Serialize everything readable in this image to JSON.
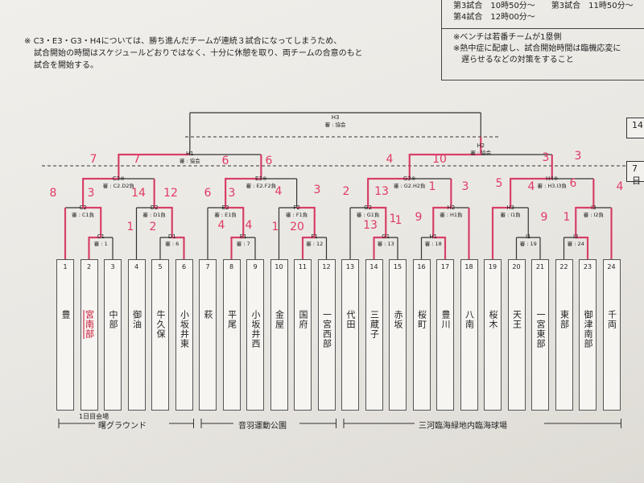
{
  "notice": {
    "marker": "※",
    "lines": [
      "C3・E3・G3・H4については、勝ち進んだチームが連続３試合になってしまうため、",
      "試合開始の時間はスケジュールどおりではなく、十分に休憩を取り、両チームの合意のもと",
      "試合を開始する。"
    ]
  },
  "schedule_box": {
    "lines": [
      "第3試合　10時50分〜　　第3試合　11時50分〜",
      "第4試合　12時00分〜"
    ],
    "notes": [
      "※ベンチは若番チームが1塁側",
      "※熱中症に配慮し、試合開始時間は臨機応変に",
      "　遅らせるなどの対策をすること"
    ]
  },
  "side_labels": {
    "top": "14",
    "bottom": "7日"
  },
  "teams": [
    {
      "num": "1",
      "name": "豊"
    },
    {
      "num": "2",
      "name": "宮南部",
      "highlight": true
    },
    {
      "num": "3",
      "name": "中部"
    },
    {
      "num": "4",
      "name": "御油"
    },
    {
      "num": "5",
      "name": "牛久保"
    },
    {
      "num": "6",
      "name": "小坂井東"
    },
    {
      "num": "7",
      "name": "萩"
    },
    {
      "num": "8",
      "name": "平尾"
    },
    {
      "num": "9",
      "name": "小坂井西"
    },
    {
      "num": "10",
      "name": "金屋"
    },
    {
      "num": "11",
      "name": "国府"
    },
    {
      "num": "12",
      "name": "一宮西部"
    },
    {
      "num": "13",
      "name": "代田"
    },
    {
      "num": "14",
      "name": "三蔵子"
    },
    {
      "num": "15",
      "name": "赤坂"
    },
    {
      "num": "16",
      "name": "桜町"
    },
    {
      "num": "17",
      "name": "豊川"
    },
    {
      "num": "18",
      "name": "八南"
    },
    {
      "num": "19",
      "name": "桜木"
    },
    {
      "num": "20",
      "name": "天王"
    },
    {
      "num": "21",
      "name": "一宮東部"
    },
    {
      "num": "22",
      "name": "東部"
    },
    {
      "num": "23",
      "name": "御津南部"
    },
    {
      "num": "24",
      "name": "千両"
    }
  ],
  "matches": [
    {
      "id": "C1",
      "ref": "審 : 1"
    },
    {
      "id": "D1",
      "ref": "審 : 6"
    },
    {
      "id": "C2",
      "ref": "審 : C1負"
    },
    {
      "id": "D2",
      "ref": "審 : D1負"
    },
    {
      "id": "C3※",
      "ref": "審 : C2.D2負"
    },
    {
      "id": "E1",
      "ref": "審 : 7"
    },
    {
      "id": "F1",
      "ref": "審 : 12"
    },
    {
      "id": "E2",
      "ref": "審 : E1負"
    },
    {
      "id": "F2",
      "ref": "審 : F1負"
    },
    {
      "id": "E3※",
      "ref": "審 : E2.F2負"
    },
    {
      "id": "G1",
      "ref": "審 : 13"
    },
    {
      "id": "H1",
      "ref": "審 : 18"
    },
    {
      "id": "G2",
      "ref": "審 : G1負"
    },
    {
      "id": "H2",
      "ref": "審 : H1負"
    },
    {
      "id": "G3※",
      "ref": "審 : G2.H2負"
    },
    {
      "id": "I1",
      "ref": "審 : 19"
    },
    {
      "id": "I2",
      "ref": "審 : 24"
    },
    {
      "id": "H3",
      "ref": "審 : I1負"
    },
    {
      "id": "I3",
      "ref": "審 : I2負"
    },
    {
      "id": "H4※",
      "ref": "審 : H3.I3負"
    },
    {
      "id": "H1",
      "ref": "審 : 協会"
    },
    {
      "id": "H2",
      "ref": "審 : 協会"
    },
    {
      "id": "H3",
      "ref": "審 : 協会"
    }
  ],
  "scores": [
    "8",
    "3",
    "14",
    "12",
    "1",
    "2",
    "7",
    "7",
    "6",
    "3",
    "4",
    "3",
    "4",
    "4",
    "1",
    "20",
    "6",
    "6",
    "2",
    "13",
    "1",
    "9",
    "1",
    "3",
    "13",
    "1",
    "4",
    "10",
    "5",
    "4",
    "9",
    "1",
    "6",
    "4",
    "3",
    "3"
  ],
  "venues": {
    "note": "1日目会場",
    "groups": [
      "曙グラウンド",
      "音羽運動公園",
      "三河臨海緑地内臨海球場"
    ]
  }
}
